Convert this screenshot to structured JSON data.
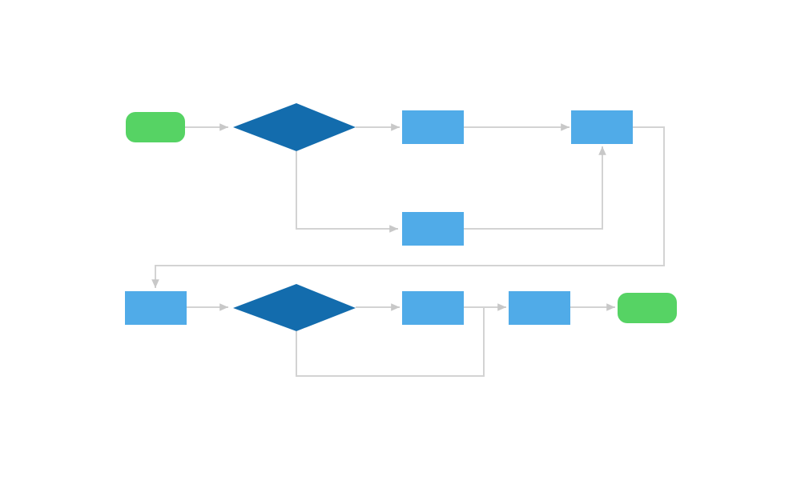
{
  "diagram": {
    "type": "flowchart",
    "nodes": [
      {
        "id": "start",
        "shape": "terminator",
        "label": ""
      },
      {
        "id": "decision-1",
        "shape": "decision",
        "label": ""
      },
      {
        "id": "process-1",
        "shape": "process",
        "label": ""
      },
      {
        "id": "process-2",
        "shape": "process",
        "label": ""
      },
      {
        "id": "process-3",
        "shape": "process",
        "label": ""
      },
      {
        "id": "process-4",
        "shape": "process",
        "label": ""
      },
      {
        "id": "decision-2",
        "shape": "decision",
        "label": ""
      },
      {
        "id": "process-5",
        "shape": "process",
        "label": ""
      },
      {
        "id": "process-6",
        "shape": "process",
        "label": ""
      },
      {
        "id": "end",
        "shape": "terminator",
        "label": ""
      }
    ],
    "edges": [
      {
        "from": "start",
        "to": "decision-1"
      },
      {
        "from": "decision-1",
        "to": "process-1"
      },
      {
        "from": "decision-1",
        "to": "process-3"
      },
      {
        "from": "process-1",
        "to": "process-2"
      },
      {
        "from": "process-3",
        "to": "process-2"
      },
      {
        "from": "process-2",
        "to": "process-4"
      },
      {
        "from": "process-4",
        "to": "decision-2"
      },
      {
        "from": "decision-2",
        "to": "process-5"
      },
      {
        "from": "decision-2",
        "to": "process-6"
      },
      {
        "from": "process-5",
        "to": "process-6"
      },
      {
        "from": "process-6",
        "to": "end"
      }
    ]
  },
  "colors": {
    "terminator": "#56d364",
    "decision": "#136cad",
    "process": "#50abe8",
    "connector": "#d3d3d3",
    "background": "#ffffff"
  }
}
